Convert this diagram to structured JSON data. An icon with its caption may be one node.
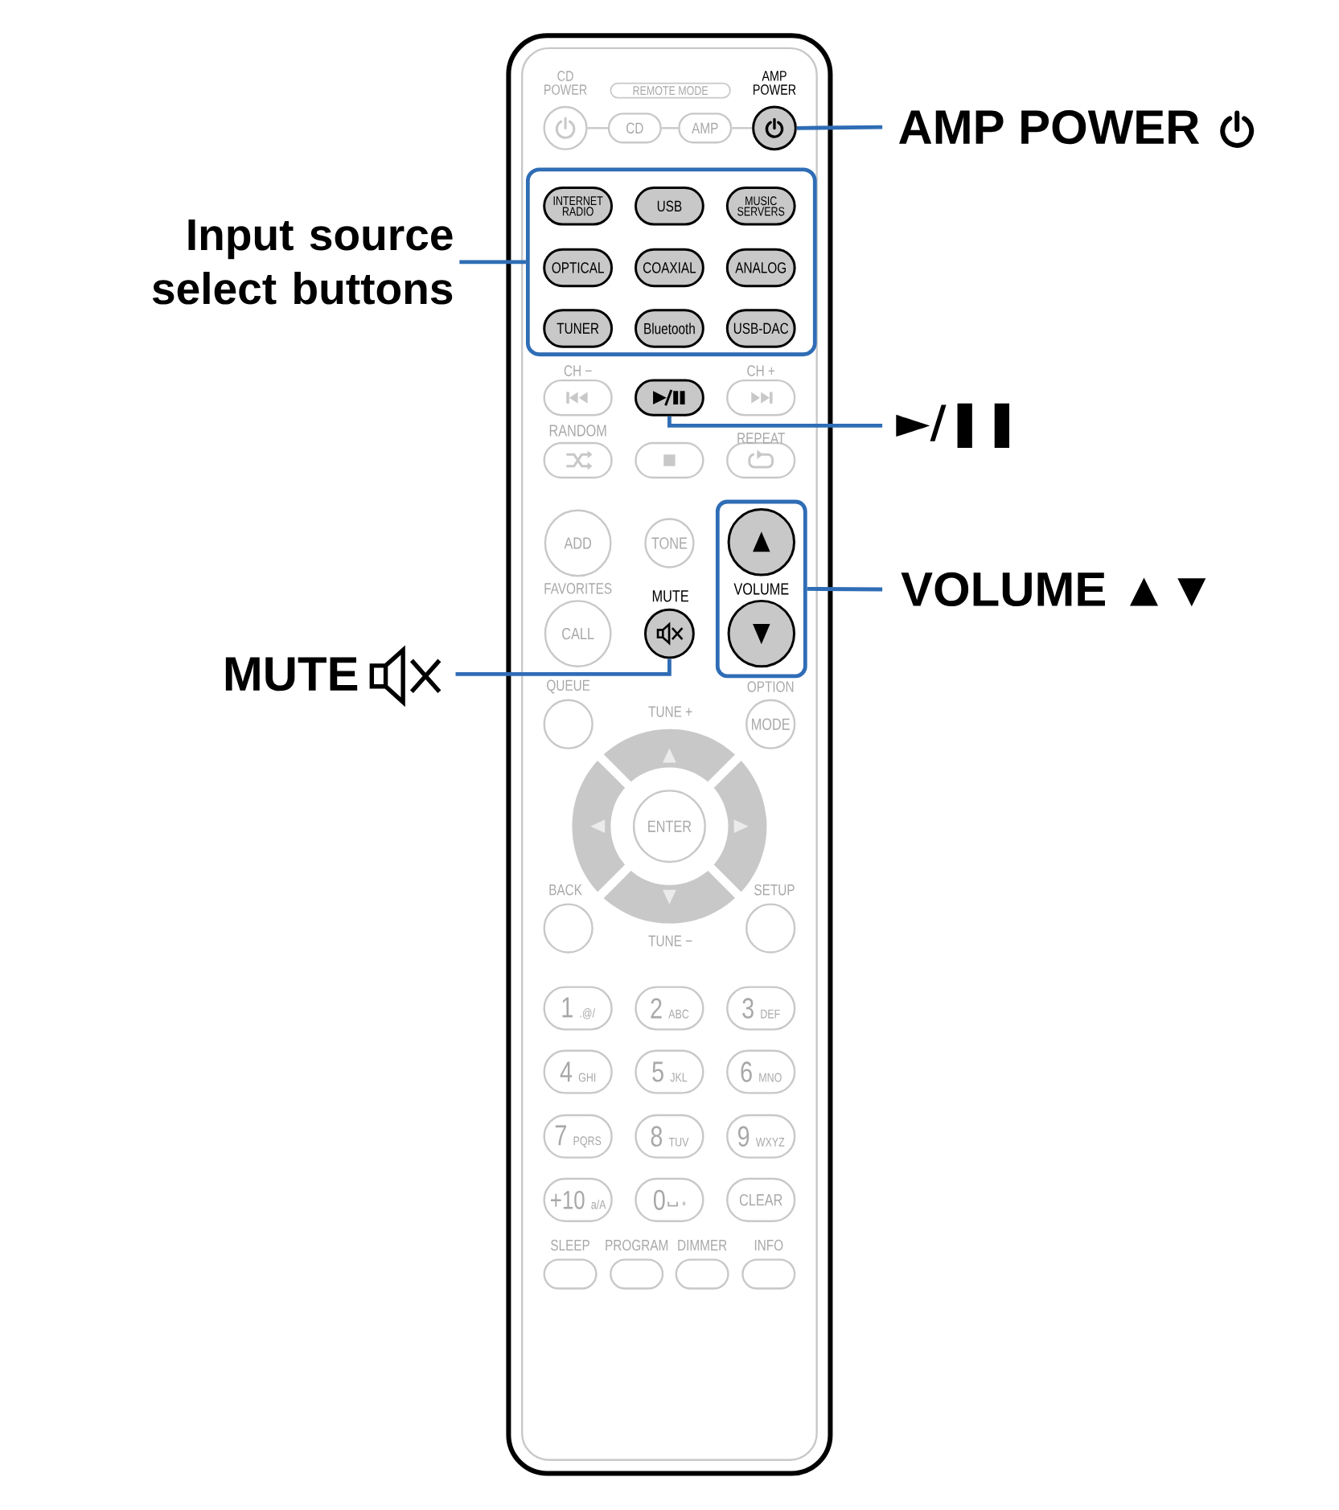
{
  "diagram": {
    "nodes": [
      {
        "text": [
          "AMP POWER"
        ]
      },
      {
        "text": [],
        "shape": "circle",
        "beside": [
          "AMP POWER"
        ]
      },
      {
        "text": [
          "Input source select buttons"
        ]
      },
      {
        "text": [],
        "shape": "box"
      },
      {
        "text": [
          "INTERNET RADIO"
        ],
        "in": 3
      },
      {
        "text": [
          "USB"
        ],
        "in": 3
      },
      {
        "text": [
          "MUSIC SERVERS"
        ],
        "in": 3
      },
      {
        "text": [
          "OPTICAL"
        ],
        "in": 3
      },
      {
        "text": [
          "COAXIAL"
        ],
        "in": 3
      },
      {
        "text": [
          "ANALOG"
        ],
        "in": 3
      },
      {
        "text": [
          "TUNER"
        ],
        "in": 3
      },
      {
        "text": [
          "Bluetooth"
        ],
        "in": 3
      },
      {
        "text": [
          "USB-DAC"
        ],
        "in": 3
      },
      {
        "text": [
          "►/❚❚"
        ]
      },
      {
        "text": [],
        "shape": "box"
      },
      {
        "text": [
          "VOLUME ▲▼"
        ]
      },
      {
        "text": [
          "VOLUME"
        ]
      },
      {
        "text": [],
        "shape": "circle",
        "in": 16
      },
      {
        "text": [],
        "shape": "circle",
        "in": 16
      },
      {
        "text": [
          "MUTE"
        ]
      },
      {
        "text": [],
        "shape": "circle",
        "beside": [
          "MUTE"
        ]
      },
      {
        "text": [],
        "shape": "circle",
        "beside": [
          "CD POWER"
        ]
      },
      {
        "text": [
          "CD"
        ]
      },
      {
        "text": [
          "AMP"
        ]
      },
      {
        "text": [],
        "shape": "circle"
      },
      {
        "text": [],
        "shape": "circle"
      },
      {
        "text": [],
        "shape": "circle"
      },
      {
        "text": [],
        "shape": "box",
        "beside": [
          "SLEEP"
        ]
      },
      {
        "text": [],
        "shape": "box",
        "beside": [
          "PROGRAM"
        ]
      },
      {
        "text": [],
        "shape": "box",
        "beside": [
          "DIMMER"
        ]
      },
      {
        "text": [],
        "shape": "box",
        "beside": [
          "INFO"
        ]
      },
      {
        "text": [
          "ADD"
        ]
      },
      {
        "text": [
          "TONE"
        ]
      },
      {
        "text": [
          "CALL"
        ]
      },
      {
        "text": [
          "MODE"
        ]
      },
      {
        "text": [
          "ENTER"
        ]
      },
      {
        "text": [
          "1",
          ".@/"
        ]
      },
      {
        "text": [
          "2",
          "ABC"
        ]
      },
      {
        "text": [
          "3",
          "DEF"
        ]
      },
      {
        "text": [
          "4",
          "GHI"
        ]
      },
      {
        "text": [
          "5",
          "JKL"
        ]
      },
      {
        "text": [
          "6",
          "MNO"
        ]
      },
      {
        "text": [
          "7",
          "PQRS"
        ]
      },
      {
        "text": [
          "8",
          "TUV"
        ]
      },
      {
        "text": [
          "9",
          "WXYZ"
        ]
      },
      {
        "text": [
          "+10",
          "a/A"
        ]
      },
      {
        "text": [
          "0",
          "*"
        ]
      },
      {
        "text": [
          "CLEAR"
        ]
      }
    ],
    "edges": [
      {
        "from": 0,
        "to": 1,
        "arrow": "none"
      },
      {
        "from": 2,
        "to": 3,
        "arrow": "none"
      },
      {
        "from": 13,
        "to": 14,
        "arrow": "none"
      },
      {
        "from": 15,
        "to": 16,
        "arrow": "none"
      },
      {
        "from": 19,
        "to": 20,
        "arrow": "none"
      },
      {
        "from": 21,
        "to": 22,
        "arrow": "none",
        "color": "#c8c8c8"
      },
      {
        "from": 22,
        "to": 23,
        "arrow": "none",
        "color": "#c8c8c8"
      },
      {
        "from": 23,
        "to": 1,
        "arrow": "none",
        "color": "#c8c8c8"
      }
    ],
    "labels": [
      "REMOTE MODE",
      "CH −",
      "CH +",
      "RANDOM",
      "REPEAT",
      "FAVORITES",
      "QUEUE",
      "OPTION",
      "TUNE +",
      "BACK",
      "SETUP",
      "TUNE −"
    ]
  }
}
